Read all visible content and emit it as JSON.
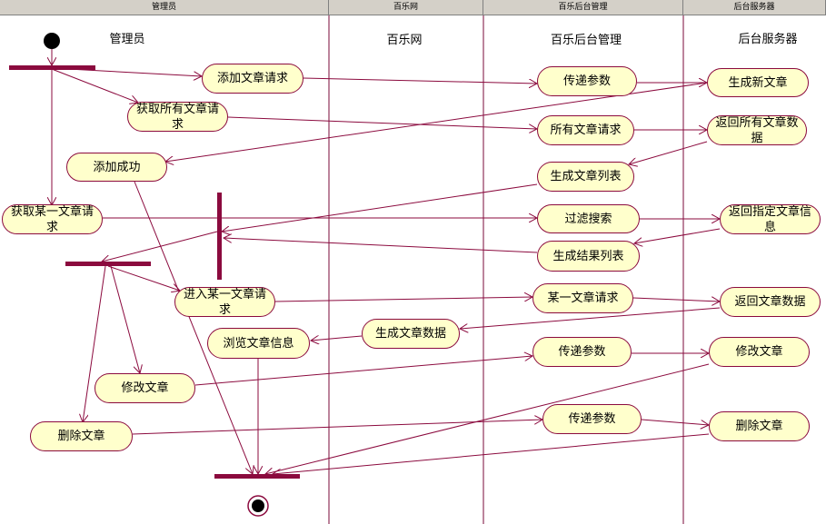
{
  "swimlanes": [
    {
      "id": "admin",
      "header": "管理员",
      "title": "管理员"
    },
    {
      "id": "site",
      "header": "百乐网",
      "title": "百乐网"
    },
    {
      "id": "backend",
      "header": "百乐后台管理",
      "title": "百乐后台管理"
    },
    {
      "id": "server",
      "header": "后台服务器",
      "title": "后台服务器"
    }
  ],
  "activities": [
    {
      "id": "add_article_req",
      "text": "添加文章请求"
    },
    {
      "id": "get_all_req",
      "text": "获取所有文章请求"
    },
    {
      "id": "add_success",
      "text": "添加成功"
    },
    {
      "id": "get_one_req",
      "text": "获取某一文章请求"
    },
    {
      "id": "enter_one_req",
      "text": "进入某一文章请求"
    },
    {
      "id": "browse_info",
      "text": "浏览文章信息"
    },
    {
      "id": "modify_article_admin",
      "text": "修改文章"
    },
    {
      "id": "delete_article_admin",
      "text": "删除文章"
    },
    {
      "id": "gen_article_data",
      "text": "生成文章数据"
    },
    {
      "id": "pass_params_1",
      "text": "传递参数"
    },
    {
      "id": "all_articles_req",
      "text": "所有文章请求"
    },
    {
      "id": "gen_article_list",
      "text": "生成文章列表"
    },
    {
      "id": "filter_search",
      "text": "过滤搜索"
    },
    {
      "id": "gen_result_list",
      "text": "生成结果列表"
    },
    {
      "id": "one_article_req",
      "text": "某一文章请求"
    },
    {
      "id": "pass_params_2",
      "text": "传递参数"
    },
    {
      "id": "pass_params_3",
      "text": "传递参数"
    },
    {
      "id": "gen_new_article",
      "text": "生成新文章"
    },
    {
      "id": "return_all_data",
      "text": "返回所有文章数据"
    },
    {
      "id": "return_specified",
      "text": "返回指定文章信息"
    },
    {
      "id": "return_article_data",
      "text": "返回文章数据"
    },
    {
      "id": "modify_article_server",
      "text": "修改文章"
    },
    {
      "id": "delete_article_server",
      "text": "删除文章"
    }
  ],
  "colors": {
    "line": "#8b0a3e",
    "bar": "#8b0a3e",
    "activity_fill": "#ffffcc",
    "header_bg": "#d4d0c8"
  }
}
